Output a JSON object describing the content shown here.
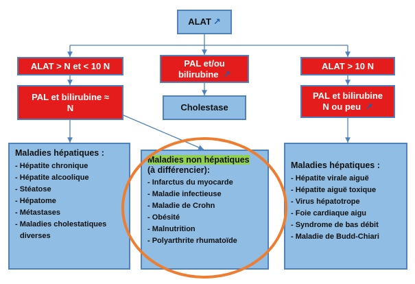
{
  "nodes": {
    "root": {
      "label": "ALAT",
      "arrow": "↗"
    },
    "left_top": {
      "label": "ALAT > N et < 10 N"
    },
    "mid_top": {
      "label_line1": "PAL et/ou",
      "label_line2": "bilirubine",
      "arrow": "↗"
    },
    "right_top": {
      "label": "ALAT > 10 N"
    },
    "left_second": {
      "label_line1": "PAL et bilirubine ≈",
      "label_line2": "N"
    },
    "mid_second": {
      "label": "Cholestase"
    },
    "right_second": {
      "label_line1": "PAL et bilirubine",
      "label_line2": "N ou peu",
      "arrow": "↗"
    }
  },
  "boxes": {
    "left": {
      "title": "Maladies hépatiques :",
      "items": [
        "- Hépatite chronique",
        "- Hépatite alcoolique",
        "- Stéatose",
        "- Hépatome",
        "- Métastases",
        "- Maladies cholestatiques",
        "diverses"
      ]
    },
    "middle": {
      "title": "Maladies non hépatiques",
      "subtitle": "(à différencier):",
      "items": [
        "- Infarctus du myocarde",
        "- Maladie infectieuse",
        "- Maladie de Crohn",
        "- Obésité",
        "- Malnutrition",
        "- Polyarthrite rhumatoïde"
      ]
    },
    "right": {
      "title": "Maladies hépatiques :",
      "items": [
        "- Hépatite virale aiguë",
        "- Hépatite aiguë toxique",
        "- Virus hépatotrope",
        "- Foie cardiaque aigu",
        "- Syndrome de bas débit",
        "- Maladie de Budd-Chiari"
      ]
    }
  },
  "colors": {
    "box_blue": "#8fbde3",
    "box_border": "#4f81bd",
    "node_red": "#e41c1c",
    "connector": "#4f81bd",
    "highlight_circle": "#ed7d31",
    "title_highlight": "#92d050"
  }
}
